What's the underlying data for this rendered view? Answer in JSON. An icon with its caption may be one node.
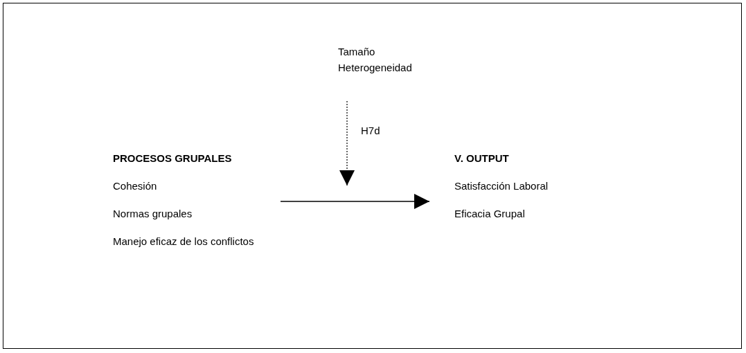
{
  "diagram": {
    "nodes": [
      {
        "text": [
          "Tamaño",
          "Heterogeneidad"
        ]
      },
      {
        "text": [
          "PROCESOS GRUPALES",
          "Cohesión",
          "Normas grupales",
          "Manejo eficaz de los conflictos"
        ]
      },
      {
        "text": [
          "V. OUTPUT",
          "Satisfacción Laboral",
          "Eficacia Grupal"
        ]
      }
    ],
    "edges": [
      {
        "from": 1,
        "to": 2,
        "arrow": "to"
      },
      {
        "from": 0,
        "to": null,
        "arrow": "to",
        "label": "H7d",
        "style": "dashed"
      }
    ]
  }
}
